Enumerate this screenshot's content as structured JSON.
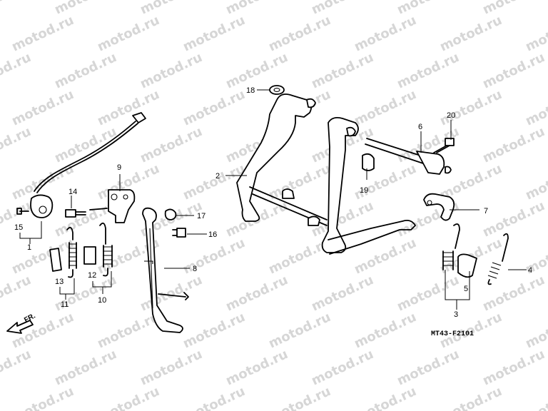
{
  "watermark": "motod.ru",
  "diagram_code": "MT43-F2101",
  "direction_label": "FR.",
  "callouts": {
    "c1": "1",
    "c2": "2",
    "c3": "3",
    "c4": "4",
    "c5": "5",
    "c6": "6",
    "c7": "7",
    "c8": "8",
    "c9": "9",
    "c10": "10",
    "c11": "11",
    "c12": "12",
    "c13": "13",
    "c14": "14",
    "c15": "15",
    "c16": "16",
    "c17": "17",
    "c18": "18",
    "c19": "19",
    "c20": "20"
  }
}
